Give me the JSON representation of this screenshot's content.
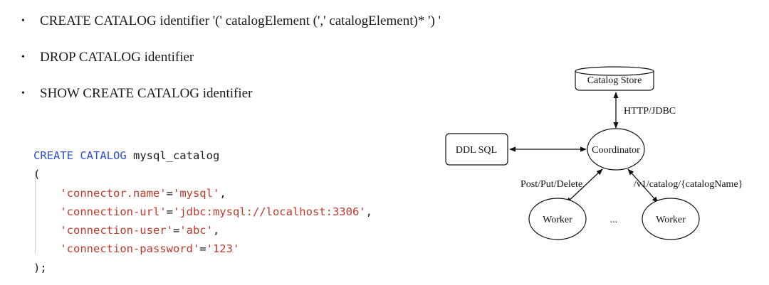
{
  "bullets": [
    "CREATE CATALOG identifier '(' catalogElement (',' catalogElement)* ') '",
    "DROP CATALOG identifier",
    "SHOW CREATE CATALOG identifier"
  ],
  "bullet_glyph": "•",
  "code": {
    "line1": {
      "kw": "CREATE CATALOG",
      "name": " mysql_catalog"
    },
    "open_paren": "(",
    "props": [
      {
        "key": "'connector.name'",
        "eq": "=",
        "val": "'mysql'",
        "sep": ","
      },
      {
        "key": "'connection-url'",
        "eq": "=",
        "val": "'jdbc:mysql://localhost:3306'",
        "sep": ","
      },
      {
        "key": "'connection-user'",
        "eq": "=",
        "val": "'abc'",
        "sep": ","
      },
      {
        "key": "'connection-password'",
        "eq": "=",
        "val": "'123'",
        "sep": ""
      }
    ],
    "close": ");"
  },
  "diagram": {
    "catalog_store": "Catalog Store",
    "coordinator": "Coordinator",
    "ddl_sql": "DDL SQL",
    "worker_left": "Worker",
    "worker_right": "Worker",
    "ellipsis": "...",
    "edge_store": "HTTP/JDBC",
    "edge_left_worker": "Post/Put/Delete",
    "edge_right_worker": "/v1/catalog/{catalogName}"
  }
}
